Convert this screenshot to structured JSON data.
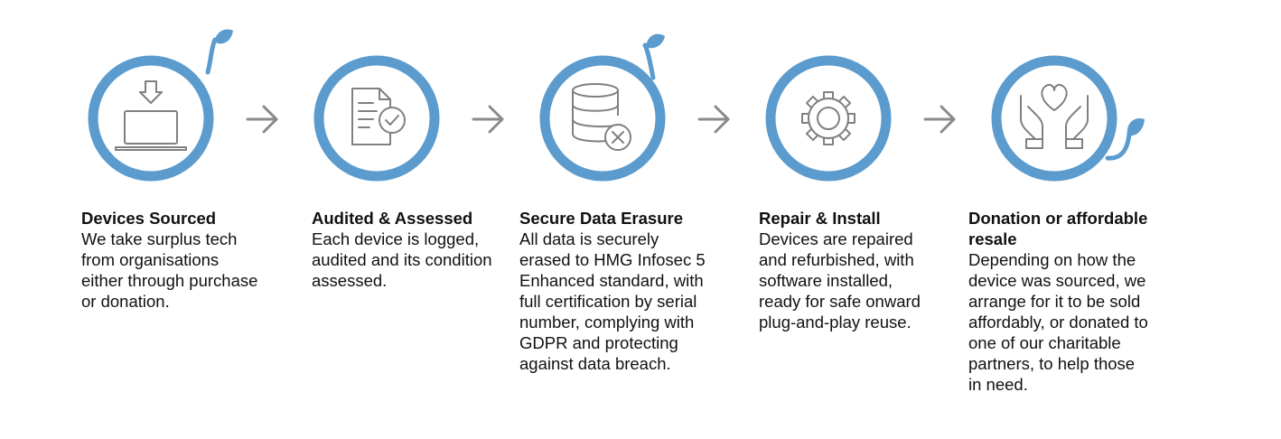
{
  "colors": {
    "ring": "#5b9bcd",
    "icon_stroke": "#808080",
    "arrow": "#8a8a8a",
    "text": "#111111"
  },
  "steps": [
    {
      "icon": "laptop-download-icon",
      "title": "Devices Sourced",
      "lines": [
        "We take surplus tech",
        "from organisations",
        "either through purchase",
        "or donation."
      ]
    },
    {
      "icon": "document-check-icon",
      "title": "Audited & Assessed",
      "lines": [
        "Each device is logged,",
        "audited and its condition",
        "assessed."
      ]
    },
    {
      "icon": "database-erase-icon",
      "title": "Secure Data Erasure",
      "lines": [
        "All data is securely",
        "erased to HMG Infosec 5",
        "Enhanced standard, with",
        "full certification by serial",
        "number, complying with",
        "GDPR and protecting",
        "against data breach."
      ]
    },
    {
      "icon": "gear-icon",
      "title": "Repair & Install",
      "lines": [
        "Devices are repaired",
        "and refurbished, with",
        "software installed,",
        "ready for safe onward",
        "plug-and-play reuse."
      ]
    },
    {
      "icon": "hands-heart-icon",
      "title_lines": [
        "Donation or affordable",
        "resale"
      ],
      "lines": [
        "Depending on how the",
        "device was sourced, we",
        "arrange for it to be sold",
        "affordably, or donated to",
        "one of our charitable",
        "partners, to help those",
        "in need."
      ]
    }
  ]
}
